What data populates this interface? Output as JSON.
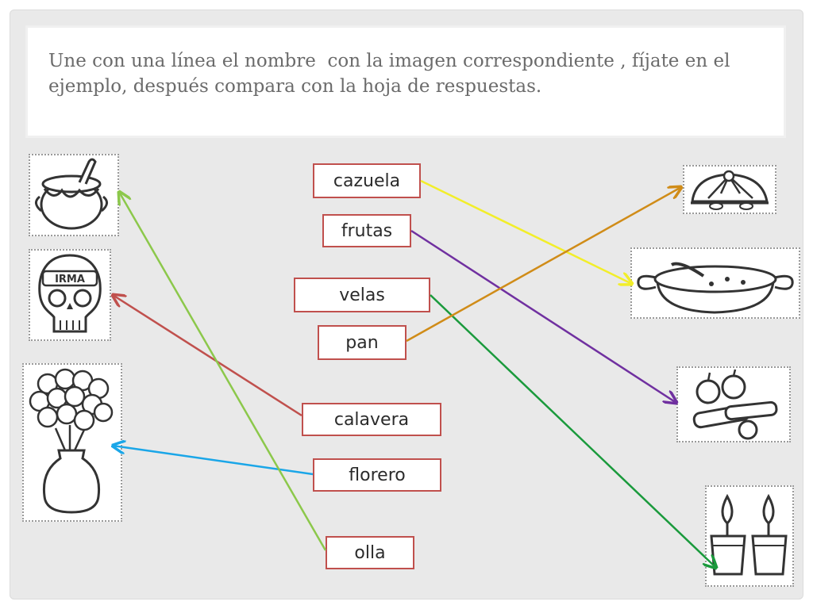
{
  "instruction": "Une con una línea el nombre  con la imagen correspondiente , fíjate en el ejemplo, después compara con la hoja de respuestas.",
  "words": [
    {
      "id": "cazuela",
      "text": "cazuela"
    },
    {
      "id": "frutas",
      "text": "frutas"
    },
    {
      "id": "velas",
      "text": "velas"
    },
    {
      "id": "pan",
      "text": "pan"
    },
    {
      "id": "calavera",
      "text": "calavera"
    },
    {
      "id": "florero",
      "text": "florero"
    },
    {
      "id": "olla",
      "text": "olla"
    }
  ],
  "left_pictures": [
    "olla-picture",
    "calavera-picture",
    "florero-picture"
  ],
  "right_pictures": [
    "pan-picture",
    "cazuela-picture",
    "frutas-picture",
    "velas-picture"
  ],
  "skull_band_text": "IRMA",
  "matches": [
    {
      "word": "cazuela",
      "picture": "cazuela-picture",
      "color": "#f2ee2a"
    },
    {
      "word": "frutas",
      "picture": "frutas-picture",
      "color": "#7030a0"
    },
    {
      "word": "velas",
      "picture": "velas-picture",
      "color": "#1a9a3c"
    },
    {
      "word": "pan",
      "picture": "pan-picture",
      "color": "#d08c18"
    },
    {
      "word": "calavera",
      "picture": "calavera-picture",
      "color": "#c0504d"
    },
    {
      "word": "florero",
      "picture": "florero-picture",
      "color": "#1aa6e8"
    },
    {
      "word": "olla",
      "picture": "olla-picture",
      "color": "#8cc84b"
    }
  ],
  "colors": {
    "background": "#e9e9e9",
    "label_border": "#c0504d",
    "title_text": "#6b6b6b"
  }
}
